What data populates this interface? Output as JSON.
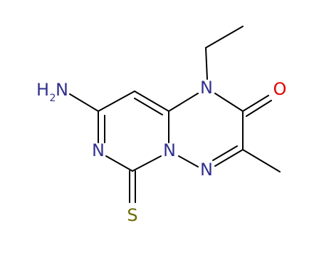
{
  "molecule": {
    "colors": {
      "bond": "#000000",
      "nitrogen": "#30308f",
      "oxygen": "#e00000",
      "sulfur": "#6b6b00"
    },
    "atoms": {
      "n_ethyl": "N",
      "o_carbonyl": "O",
      "n_imine": "N",
      "n_bridge": "N",
      "n_ring": "N",
      "s_thione": "S",
      "h_amino": "H",
      "h_amino_sub": "2",
      "n_amino": "N"
    }
  }
}
